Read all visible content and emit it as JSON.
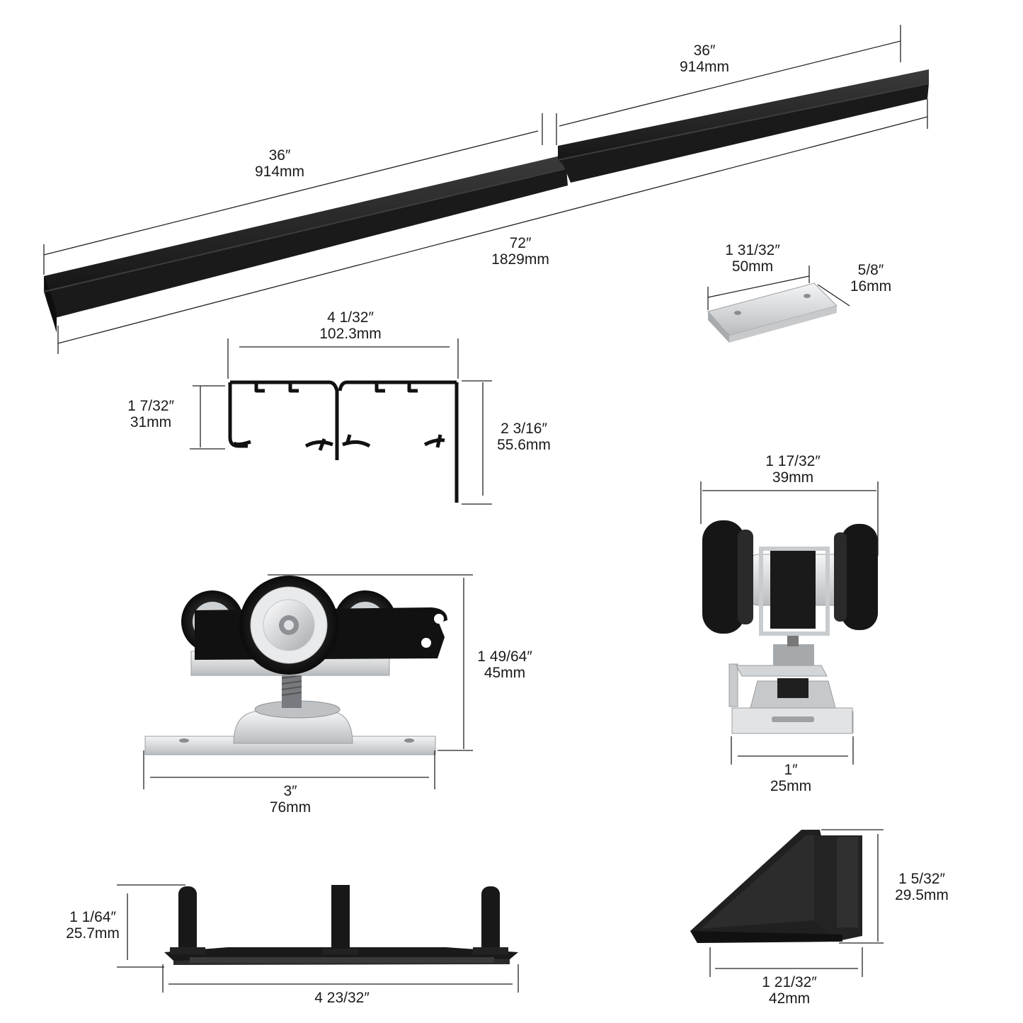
{
  "dimensions": {
    "rail_left": {
      "imperial": "36″",
      "metric": "914mm"
    },
    "rail_right": {
      "imperial": "36″",
      "metric": "914mm"
    },
    "rail_total": {
      "imperial": "72″",
      "metric": "1829mm"
    },
    "connector_length": {
      "imperial": "1 31/32″",
      "metric": "50mm"
    },
    "connector_width": {
      "imperial": "5/8″",
      "metric": "16mm"
    },
    "profile_width": {
      "imperial": "4 1/32″",
      "metric": "102.3mm"
    },
    "profile_lip": {
      "imperial": "1 7/32″",
      "metric": "31mm"
    },
    "profile_height": {
      "imperial": "2 3/16″",
      "metric": "55.6mm"
    },
    "roller_side_height": {
      "imperial": "1 49/64″",
      "metric": "45mm"
    },
    "roller_side_length": {
      "imperial": "3″",
      "metric": "76mm"
    },
    "roller_front_width": {
      "imperial": "1 17/32″",
      "metric": "39mm"
    },
    "roller_front_plate": {
      "imperial": "1″",
      "metric": "25mm"
    },
    "guide_height": {
      "imperial": "1 1/64″",
      "metric": "25.7mm"
    },
    "guide_length": {
      "imperial": "4 23/32″"
    },
    "stopper_height": {
      "imperial": "1 5/32″",
      "metric": "29.5mm"
    },
    "stopper_length": {
      "imperial": "1 21/32″",
      "metric": "42mm"
    }
  },
  "colors": {
    "rail": "#1c1c1c",
    "rail_edge": "#3a3a3a",
    "metal": "#d8dadc",
    "tire": "#141414",
    "dimension_line": "#222222"
  }
}
